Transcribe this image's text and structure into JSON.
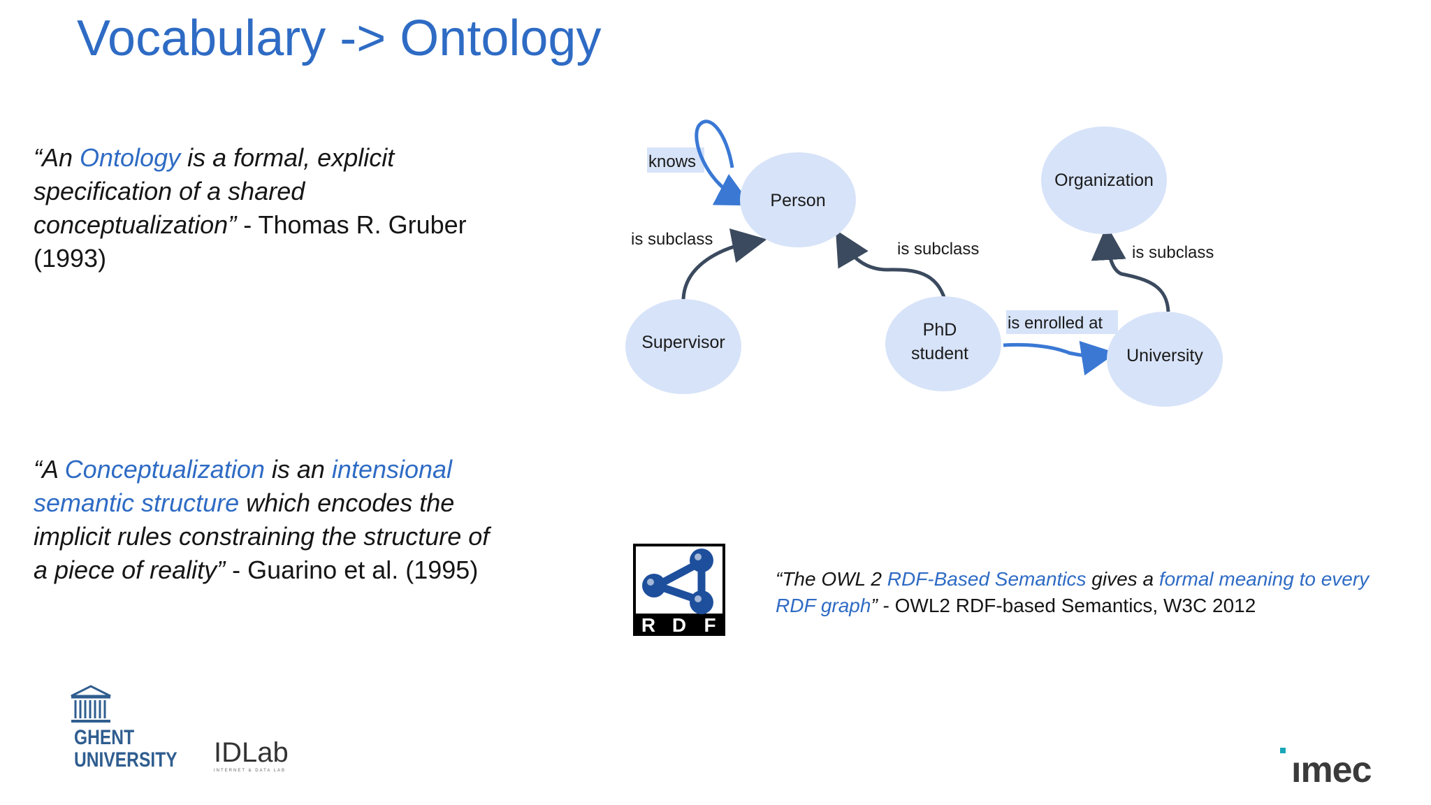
{
  "title": "Vocabulary -> Ontology",
  "quote1": {
    "open": "“An ",
    "term": "Ontology",
    "rest": " is a formal, explicit specification of a shared conceptualization”",
    "author": " - Thomas R. Gruber (1993)"
  },
  "quote2": {
    "open": "“A ",
    "term1": "Conceptualization",
    "mid1": " is an ",
    "term2": "intensional semantic structure",
    "rest": " which encodes the implicit rules constraining the structure of a piece of reality”",
    "author": " - Guarino et al. (1995)"
  },
  "diagram": {
    "nodes": {
      "person": "Person",
      "organization": "Organization",
      "supervisor": "Supervisor",
      "phd_line1": "PhD",
      "phd_line2": "student",
      "university": "University"
    },
    "edges": {
      "knows": "knows",
      "subclass_supervisor": "is subclass",
      "subclass_phd": "is subclass",
      "subclass_university": "is subclass",
      "enrolled": "is enrolled at"
    },
    "colors": {
      "node_fill": "#d7e3f8",
      "accent": "#3a78d4",
      "arrow_dark": "#3b4a5e"
    }
  },
  "owl_quote": {
    "open": "“The OWL 2 ",
    "term1": "RDF-Based Semantics",
    "mid": " gives a ",
    "term2": "formal meaning to every RDF graph",
    "close": "”",
    "source": " - OWL2 RDF-based Semantics, W3C 2012"
  },
  "logos": {
    "rdf_letters": [
      "R",
      "D",
      "F"
    ],
    "ugent_line1": "GHENT",
    "ugent_line2": "UNIVERSITY",
    "idlab": "IDLab",
    "idlab_sub": "INTERNET & DATA LAB",
    "imec": "ımec"
  }
}
